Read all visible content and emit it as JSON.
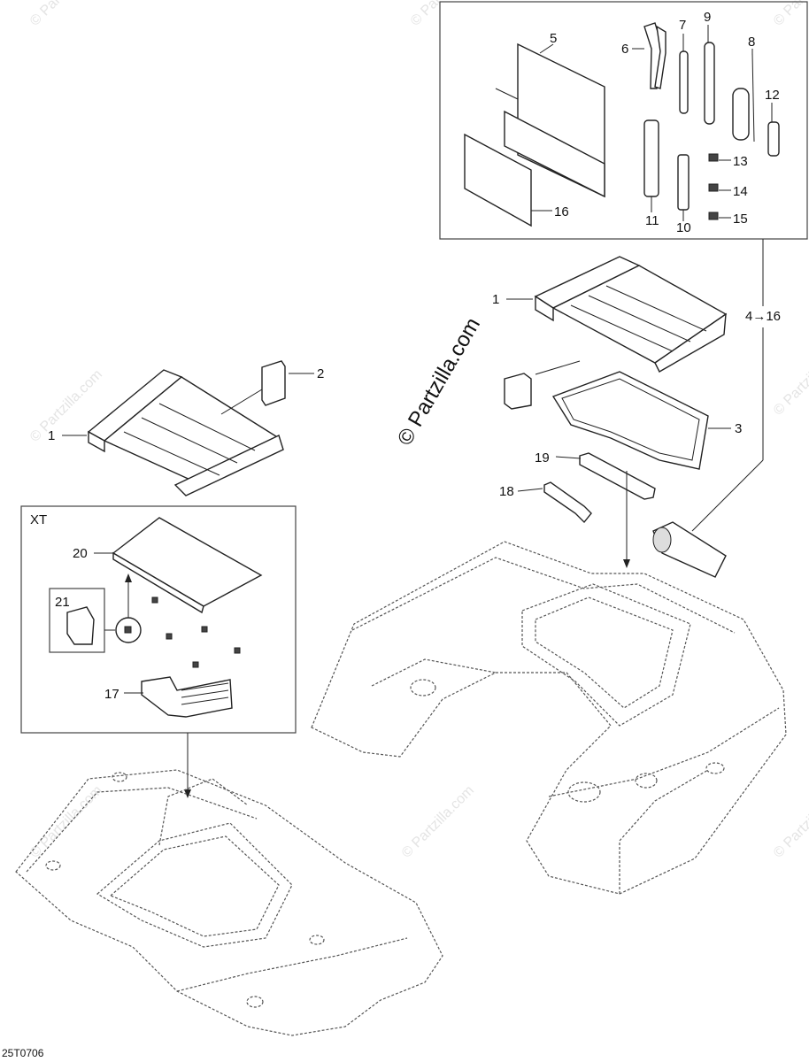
{
  "labels": {
    "l1a": "1",
    "l1b": "1",
    "l2": "2",
    "l3": "3",
    "l4_16": "4→16",
    "l5": "5",
    "l6": "6",
    "l7": "7",
    "l8": "8",
    "l9": "9",
    "l10": "10",
    "l11": "11",
    "l12": "12",
    "l13": "13",
    "l14": "14",
    "l15": "15",
    "l16": "16",
    "l17": "17",
    "l18": "18",
    "l19": "19",
    "l20": "20",
    "l21": "21",
    "xt": "XT"
  },
  "watermark": {
    "text": "© Partzilla.com",
    "center_text": "© Partzilla.com"
  },
  "diagram_code": "25T0706"
}
